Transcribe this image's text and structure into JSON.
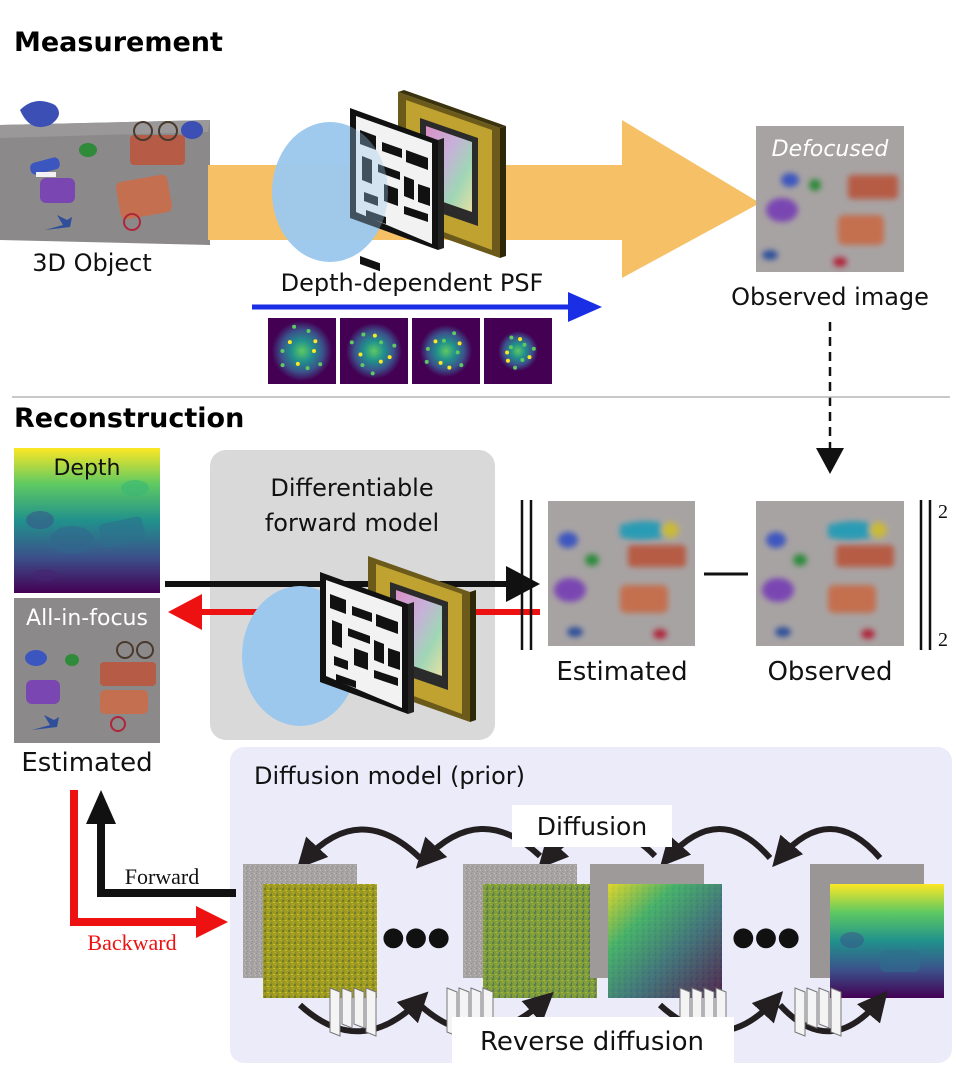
{
  "measurement": {
    "title": "Measurement",
    "object_label": "3D Object",
    "psf_label": "Depth-dependent PSF",
    "defocused_label": "Defocused",
    "observed_image_label": "Observed image"
  },
  "reconstruction": {
    "title": "Reconstruction",
    "depth_label": "Depth",
    "all_in_focus_label": "All-in-focus",
    "estimated_left_label": "Estimated",
    "forward_model_line1": "Differentiable",
    "forward_model_line2": "forward model",
    "estimated_label": "Estimated",
    "observed_label": "Observed",
    "minus": "—",
    "norm_sub": "2",
    "norm_sup": "2"
  },
  "diffusion": {
    "box_label": "Diffusion model (prior)",
    "diffusion_label": "Diffusion",
    "reverse_label": "Reverse diffusion",
    "forward_label": "Forward",
    "backward_label": "Backward",
    "ellipsis": "●●●"
  },
  "colors": {
    "beam": "#f6c166",
    "psf_arrow": "#1a2ee6",
    "backward": "#ee1111",
    "forward": "#111111",
    "gray_panel": "#d9d9d9",
    "diffusion_panel": "#ecebfa",
    "lens": "#9cc8ee",
    "viridis_low": "#440154",
    "viridis_mid": "#21918c",
    "viridis_high": "#fde725"
  }
}
